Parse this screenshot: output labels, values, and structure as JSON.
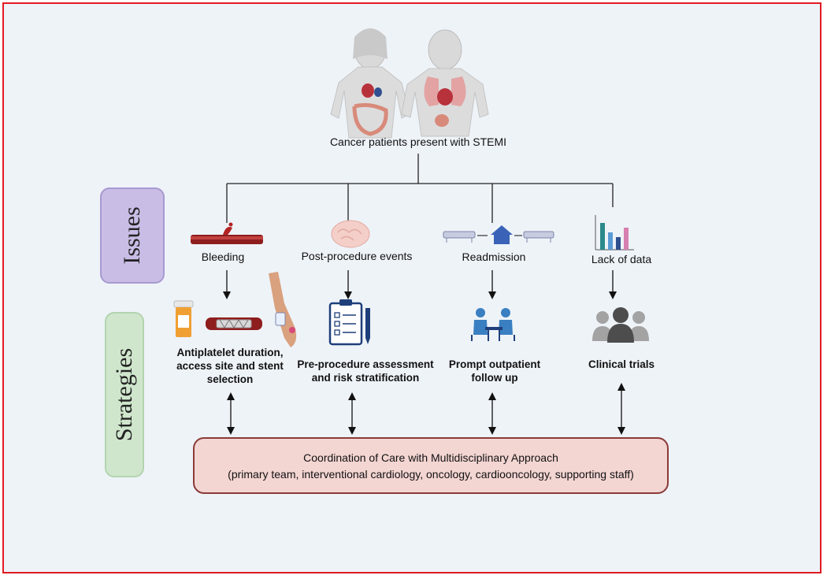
{
  "diagram": {
    "patient_caption": "Cancer patients present with STEMI",
    "side_labels": {
      "issues": "Issues",
      "strategies": "Strategies"
    },
    "issues": [
      {
        "label": "Bleeding",
        "icon": "bleeding-vessel-icon"
      },
      {
        "label": "Post-procedure events",
        "icon": "brain-icon"
      },
      {
        "label": "Readmission",
        "icon": "hospital-readmission-icon"
      },
      {
        "label": "Lack of data",
        "icon": "bar-chart-icon"
      }
    ],
    "strategies": [
      {
        "line1": "Antiplatelet duration,",
        "line2": "access site and stent",
        "line3": "selection",
        "icons": [
          "pill-bottle-icon",
          "stent-icon",
          "arm-access-icon"
        ]
      },
      {
        "line1": "Pre-procedure assessment",
        "line2": "and risk stratification",
        "icon": "clipboard-checklist-icon"
      },
      {
        "line1": "Prompt outpatient",
        "line2": "follow up",
        "icon": "consultation-icon"
      },
      {
        "line1": "Clinical trials",
        "icon": "group-people-icon"
      }
    ],
    "coordination": {
      "line1": "Coordination of Care with Multidisciplinary Approach",
      "line2": "(primary team, interventional cardiology, oncology, cardiooncology, supporting staff)"
    },
    "colors": {
      "frame_border": "#e01b24",
      "background": "#eef3f8",
      "issues_box": "#c9bde6",
      "strategies_box": "#cfe6cc",
      "coordination_box": "#f3d5d2",
      "coordination_border": "#8a3a36"
    }
  }
}
